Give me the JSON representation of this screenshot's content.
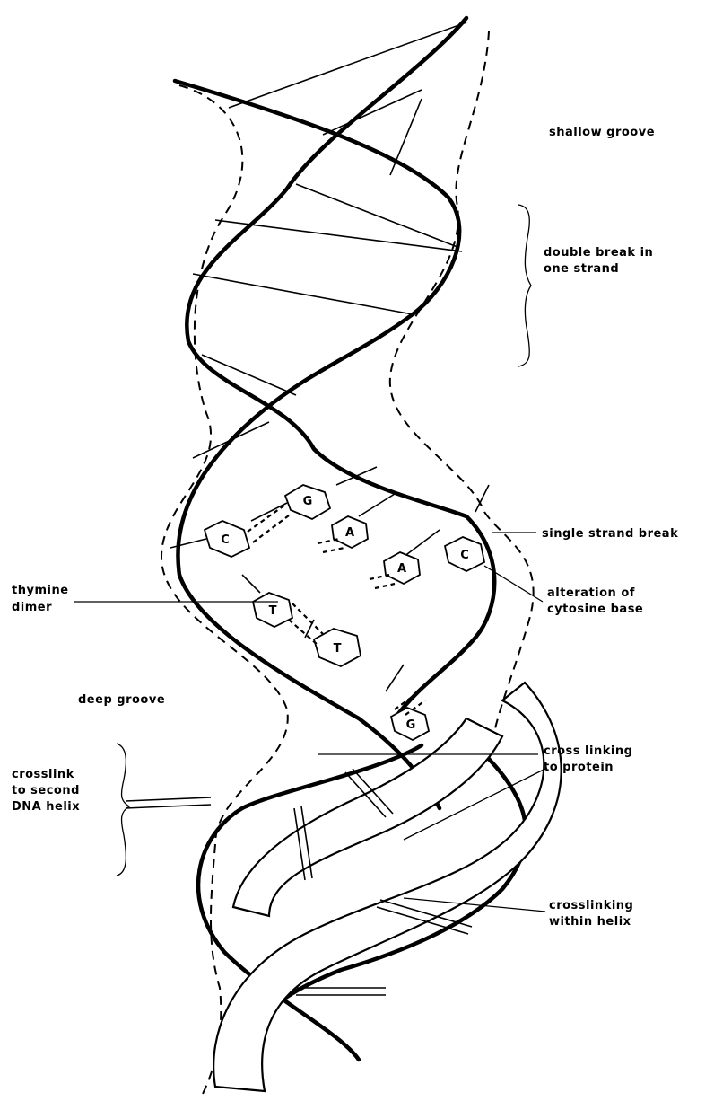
{
  "labels": {
    "shallow_groove": "shallow groove",
    "double_break_l1": "double break in",
    "double_break_l2": "one strand",
    "single_strand_break": "single strand break",
    "thymine_dimer_l1": "thymine",
    "thymine_dimer_l2": "dimer",
    "alteration_l1": "alteration of",
    "alteration_l2": "cytosine base",
    "deep_groove": "deep groove",
    "cross_linking_protein_l1": "cross linking",
    "cross_linking_protein_l2": "to protein",
    "crosslink_second_l1": "crosslink",
    "crosslink_second_l2": "to second",
    "crosslink_second_l3": "DNA helix",
    "crosslinking_within_l1": "crosslinking",
    "crosslinking_within_l2": "within helix"
  },
  "bases": {
    "c1": "C",
    "g1": "G",
    "a1": "A",
    "a2": "A",
    "t1": "T",
    "t2": "T",
    "c2": "C",
    "g2": "G"
  }
}
